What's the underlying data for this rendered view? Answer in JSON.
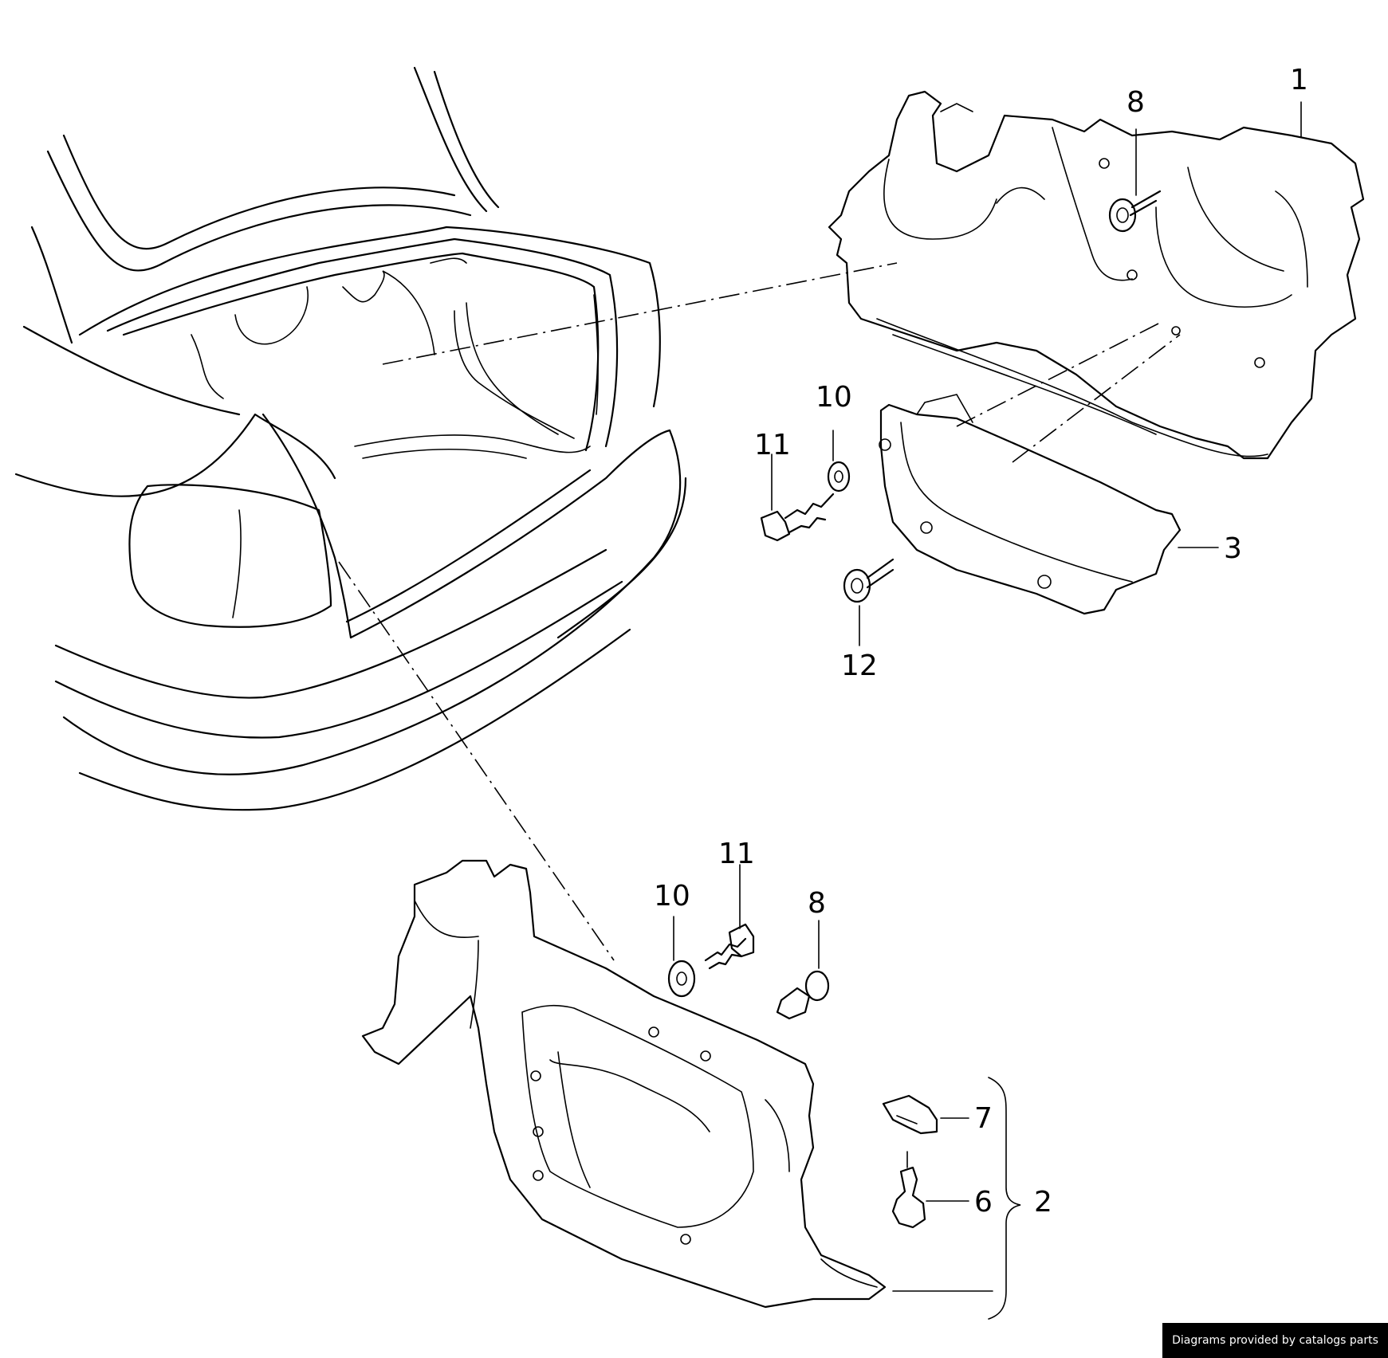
{
  "callouts": {
    "c1": "1",
    "c2": "2",
    "c3": "3",
    "c6": "6",
    "c7": "7",
    "c8_top": "8",
    "c8_bottom": "8",
    "c10_top": "10",
    "c10_bottom": "10",
    "c11_top": "11",
    "c11_bottom": "11",
    "c12": "12"
  },
  "credit": "Diagrams provided by catalogs parts"
}
